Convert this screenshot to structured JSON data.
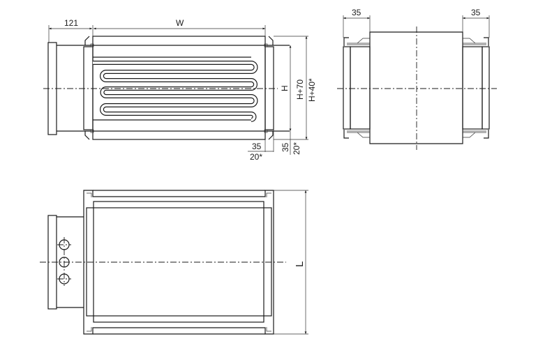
{
  "drawing": {
    "side_view": {
      "dim_flange": "121",
      "dim_width": "W",
      "dim_height": "H",
      "dim_total_height": "H+70",
      "dim_total_height_alt": "H+40*",
      "dim_frame_h": "35",
      "dim_frame_h_alt": "20*",
      "dim_frame_v": "35",
      "dim_frame_v_alt": "20*"
    },
    "end_view": {
      "dim_left": "35",
      "dim_right": "35"
    },
    "plan_view": {
      "dim_length": "L"
    }
  }
}
